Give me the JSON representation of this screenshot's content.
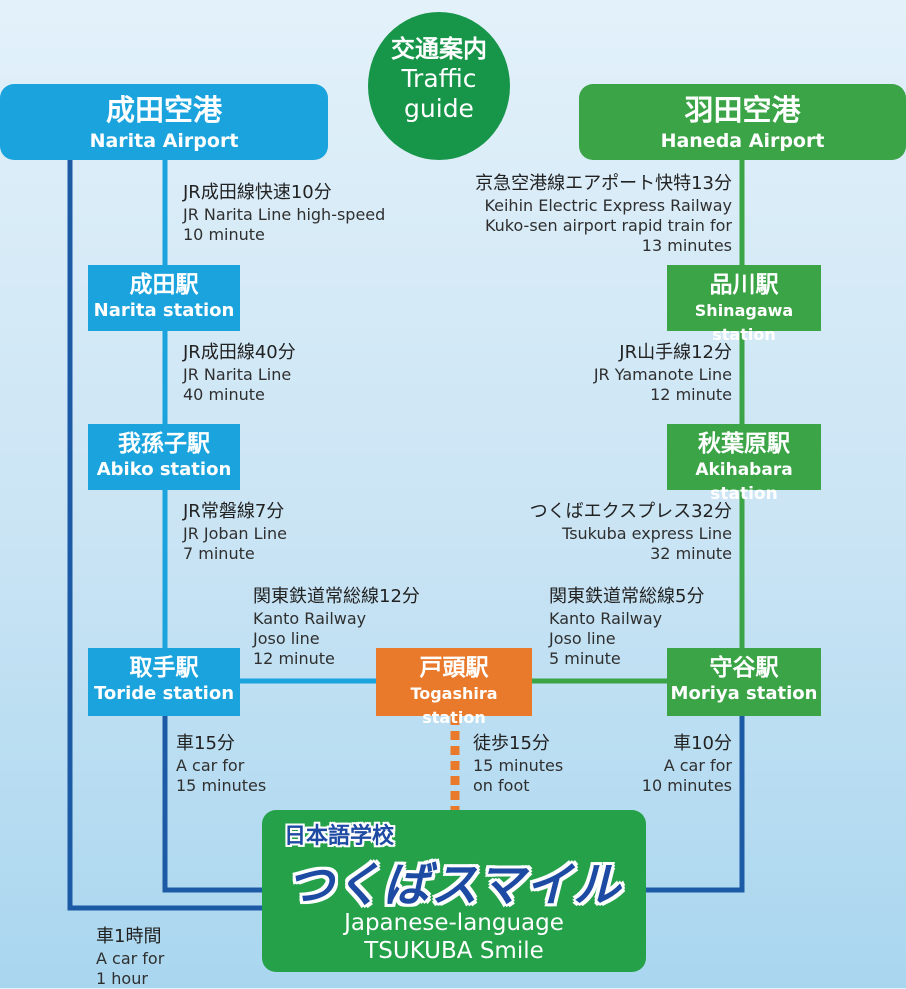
{
  "title": {
    "jp": "交通案内",
    "en1": "Traffic",
    "en2": "guide"
  },
  "colors": {
    "blue_route": "#1c5aa6",
    "light_blue_route": "#1aa3dd",
    "green_route": "#3aa446",
    "walk_route": "#ea7a2b"
  },
  "airports": {
    "narita": {
      "jp": "成田空港",
      "en": "Narita Airport"
    },
    "haneda": {
      "jp": "羽田空港",
      "en": "Haneda Airport"
    }
  },
  "stations": {
    "narita": {
      "jp": "成田駅",
      "en": "Narita station"
    },
    "abiko": {
      "jp": "我孫子駅",
      "en": "Abiko station"
    },
    "toride": {
      "jp": "取手駅",
      "en": "Toride station"
    },
    "shinagawa": {
      "jp": "品川駅",
      "en": "Shinagawa station"
    },
    "akihabara": {
      "jp": "秋葉原駅",
      "en": "Akihabara station"
    },
    "moriya": {
      "jp": "守谷駅",
      "en": "Moriya station"
    },
    "togashira": {
      "jp": "戸頭駅",
      "en": "Togashira station"
    }
  },
  "routes": {
    "narita_express": {
      "jp": "JR成田線快速10分",
      "en1": "JR Narita Line high-speed",
      "en2": "10 minute"
    },
    "narita_line": {
      "jp": "JR成田線40分",
      "en1": "JR Narita Line",
      "en2": "40 minute"
    },
    "joban": {
      "jp": "JR常磐線7分",
      "en1": "JR Joban Line",
      "en2": "7 minute"
    },
    "kanto_12": {
      "jp": "関東鉄道常総線12分",
      "en1": "Kanto Railway",
      "en2": "Joso line",
      "en3": "12 minute"
    },
    "toride_car": {
      "jp": "車15分",
      "en1": "A car for",
      "en2": "15 minutes"
    },
    "narita_car": {
      "jp": "車1時間",
      "en1": "A car for",
      "en2": "1 hour"
    },
    "keikyu": {
      "jp": "京急空港線エアポート快特13分",
      "en1": "Keihin Electric Express Railway",
      "en2": "Kuko-sen airport rapid train for",
      "en3": "13 minutes"
    },
    "yamanote": {
      "jp": "JR山手線12分",
      "en1": "JR Yamanote Line",
      "en2": "12 minute"
    },
    "tsukuba_express": {
      "jp": "つくばエクスプレス32分",
      "en1": "Tsukuba express Line",
      "en2": "32 minute"
    },
    "kanto_5": {
      "jp": "関東鉄道常総線5分",
      "en1": "Kanto Railway",
      "en2": "Joso line",
      "en3": "5 minute"
    },
    "moriya_car": {
      "jp": "車10分",
      "en1": "A car for",
      "en2": "10 minutes"
    },
    "walk": {
      "jp": "徒歩15分",
      "en1": "15 minutes",
      "en2": "on foot"
    }
  },
  "school": {
    "head": "日本語学校",
    "brand": "つくばスマイル",
    "en1": "Japanese-language",
    "en2": "TSUKUBA Smile"
  }
}
